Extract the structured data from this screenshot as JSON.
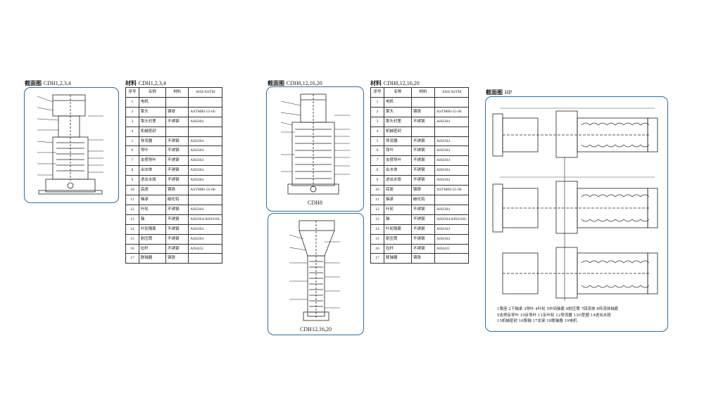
{
  "headers": {
    "sec1": {
      "label": "截面图",
      "model": "CDH1,2,3,4"
    },
    "mat1": {
      "label": "材料",
      "model": "CDH1,2,3,4"
    },
    "sec2": {
      "label": "截面图",
      "model": "CDH8,12,16,20"
    },
    "mat2": {
      "label": "材料",
      "model": "CDH8,12,16,20"
    },
    "sec3": {
      "label": "截面图",
      "model": "HP"
    }
  },
  "captions": {
    "cdh8": "CDH8",
    "cdh12": "CDH12,16,20"
  },
  "table1": {
    "columns": [
      "序号",
      "名称",
      "材料",
      "AISI/ASTM"
    ],
    "rows": [
      [
        "1",
        "电机",
        "",
        ""
      ],
      [
        "2",
        "泵头",
        "铸铁",
        "ASTM80-55-06"
      ],
      [
        "3",
        "泵头衬里",
        "不锈钢",
        "AISI304"
      ],
      [
        "4",
        "机械密封",
        "",
        ""
      ],
      [
        "5",
        "导流器",
        "不锈钢",
        "AISI304"
      ],
      [
        "6",
        "导叶",
        "不锈钢",
        "AISI304"
      ],
      [
        "7",
        "支撑导叶",
        "不锈钢",
        "AISI304"
      ],
      [
        "8",
        "出水体",
        "不锈钢",
        "AISI304"
      ],
      [
        "9",
        "进出水段",
        "不锈钢",
        "AISI304"
      ],
      [
        "10",
        "底座",
        "铸铁",
        "ASTM80-55-06"
      ],
      [
        "11",
        "轴承",
        "碳化钨",
        ""
      ],
      [
        "12",
        "叶轮",
        "不锈钢",
        "AISI304"
      ],
      [
        "13",
        "轴",
        "不锈钢",
        "AISI304/AISI316L"
      ],
      [
        "14",
        "叶轮隔套",
        "不锈钢",
        "AISI304"
      ],
      [
        "15",
        "耐压筒",
        "不锈钢",
        "AISI304"
      ],
      [
        "16",
        "拉杆",
        "不锈钢",
        "AISI431"
      ],
      [
        "17",
        "联轴器",
        "铸铁",
        ""
      ]
    ]
  },
  "table2": {
    "columns": [
      "序号",
      "名称",
      "材料",
      "AISI/ASTM"
    ],
    "rows": [
      [
        "1",
        "电机",
        "",
        ""
      ],
      [
        "2",
        "泵头",
        "铸铁",
        "ASTM80-55-06"
      ],
      [
        "3",
        "泵头衬里",
        "不锈钢",
        "AISI304"
      ],
      [
        "4",
        "机械密封",
        "",
        ""
      ],
      [
        "5",
        "导流器",
        "不锈钢",
        "AISI304"
      ],
      [
        "6",
        "导叶",
        "不锈钢",
        "AISI304"
      ],
      [
        "7",
        "支撑导叶",
        "不锈钢",
        "AISI304"
      ],
      [
        "8",
        "出水体",
        "不锈钢",
        "AISI304"
      ],
      [
        "9",
        "进出水段",
        "不锈钢",
        "AISI304"
      ],
      [
        "10",
        "底座",
        "铸铁",
        "ASTM80-55-06"
      ],
      [
        "11",
        "轴承",
        "碳化钨",
        ""
      ],
      [
        "12",
        "叶轮",
        "不锈钢",
        "AISI304"
      ],
      [
        "13",
        "轴",
        "不锈钢",
        "AISI304/AISI316L"
      ],
      [
        "14",
        "叶轮隔套",
        "不锈钢",
        "AISI304"
      ],
      [
        "15",
        "耐压筒",
        "不锈钢",
        "AISI304"
      ],
      [
        "16",
        "拉杆",
        "不锈钢",
        "AISI431"
      ],
      [
        "17",
        "联轴器",
        "铸铁",
        ""
      ]
    ]
  },
  "hp_legend": [
    "1泵座  2下轴承  3导叶  4叶轮  5中间轴套  6耐压筒  7回流体  8传流体轴套",
    "9支撑反导叶  10反导叶  11反叶轮  12导流器  13O型圈  14进出水段",
    "15机械密封  16泵轴  17支架  18联轴器  19电机"
  ],
  "colors": {
    "frame": "#2d6f9f",
    "line": "#222222"
  }
}
